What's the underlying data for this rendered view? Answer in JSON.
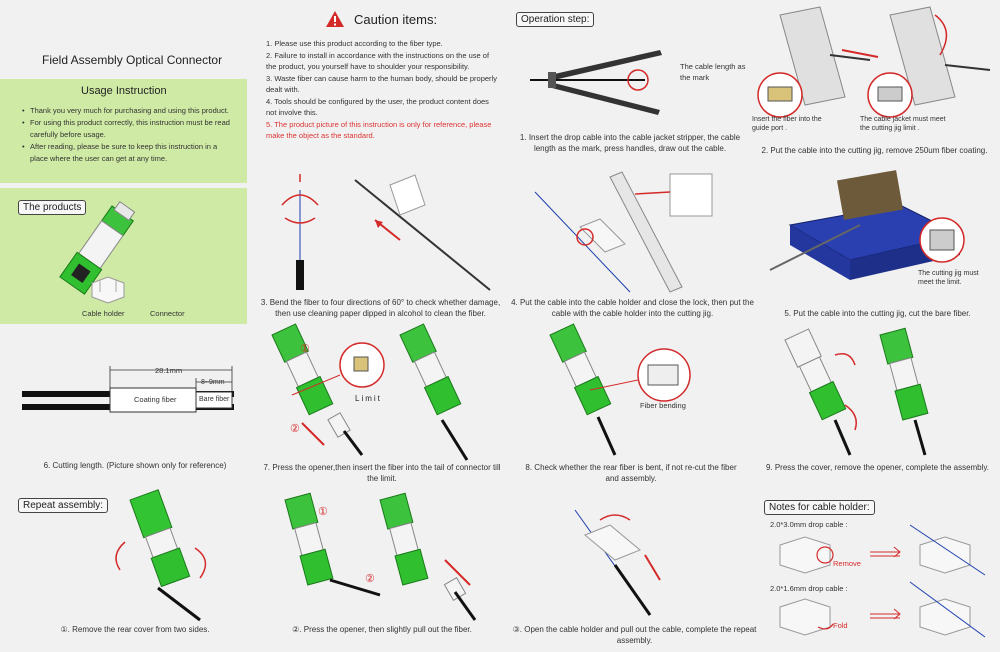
{
  "header": {
    "title": "Field Assembly Optical Connector",
    "usage_heading": "Usage Instruction",
    "usage_items": [
      "Thank you very much for purchasing and using this product.",
      "For using this product correctly, this instruction must be read carefully before usage.",
      "After reading, please be sure to keep this instruction in a place where the user can get at any time."
    ]
  },
  "products": {
    "tag": "The products",
    "cable_holder": "Cable holder",
    "connector": "Connector"
  },
  "caution": {
    "title": "Caution items:",
    "items": [
      "1. Please use this product according to the fiber type.",
      "2. Failure to install in accordance with the instructions on the use of the product, you yourself have to shoulder your responsibility.",
      "3. Waste fiber can cause harm to the human body, should be properly dealt with.",
      "4. Tools should be configured by the user, the product content does not involve this.",
      "5. The product picture of this instruction is only for reference, please make the object as the standard."
    ]
  },
  "operation": {
    "tag": "Operation step:"
  },
  "steps": {
    "s1": "1. Insert the drop cable into the cable jacket stripper, the cable length as the mark, press handles, draw out the cable.",
    "s1_note": "The cable length as the mark",
    "s2": "2. Put the cable into the cutting jig, remove 250um fiber coating.",
    "s2_note_a": "Insert the fiber into the guide port .",
    "s2_note_b": "The cable jacket must meet the cutting jig limit .",
    "s3": "3. Bend the fiber to four directions of 60° to check whether damage, then use cleaning paper dipped in alcohol to clean the fiber.",
    "s4": "4. Put the cable into the cable holder and close the lock, then put the cable with the cable holder into the cutting jig.",
    "s5": "5. Put the cable into the cutting jig, cut the bare fiber.",
    "s5_note": "The cutting jig must meet the limit.",
    "s6": "6. Cutting length. (Picture shown only for reference)",
    "s6_len": "28.1mm",
    "s6_bare_len": "8~9mm",
    "s6_coating": "Coating fiber",
    "s6_bare": "Bare fiber",
    "s7": "7. Press the opener,then insert the fiber into the tail of connector till the limit.",
    "s7_limit": "Limit",
    "s8": "8. Check whether the rear fiber is bent, if not re-cut the fiber and assembly.",
    "s8_note": "Fiber bending",
    "s9": "9. Press the cover, remove the opener, complete the assembly."
  },
  "repeat": {
    "tag": "Repeat assembly:",
    "r1": "①. Remove the rear cover from two sides.",
    "r2": "②. Press the opener, then slightly pull out the fiber.",
    "r3": "③. Open the cable holder and pull out the cable, complete the repeat assembly."
  },
  "notes": {
    "tag": "Notes for cable holder:",
    "a": "2.0*3.0mm drop cable :",
    "a_action": "Remove",
    "b": "2.0*1.6mm drop cable :",
    "b_action": "Fold"
  },
  "marks": {
    "one": "①",
    "two": "②"
  },
  "colors": {
    "green_panel": "#cfeaa5",
    "connector_green": "#2fbf2f",
    "arrow_red": "#d42a2a",
    "jig_blue": "#2a3fb0"
  }
}
